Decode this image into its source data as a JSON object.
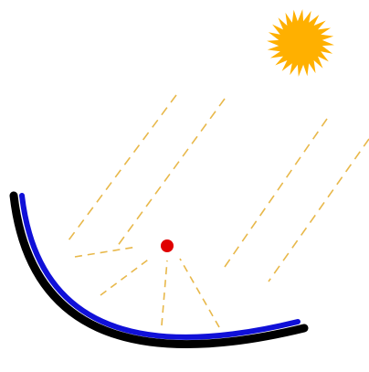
{
  "diagram": {
    "elements": {
      "sun": "sun-icon",
      "incoming_rays": "sun-rays",
      "reflected_rays": "reflected-rays",
      "focal_point": "focal-point",
      "mirror": "parabolic-mirror",
      "mirror_backing": "mirror-backing"
    },
    "colors": {
      "background": "#ffffff",
      "sun": "#ffb000",
      "ray": "#e8b84a",
      "focal_point": "#e00000",
      "mirror": "#1010d8",
      "mirror_backing": "#000000"
    }
  }
}
